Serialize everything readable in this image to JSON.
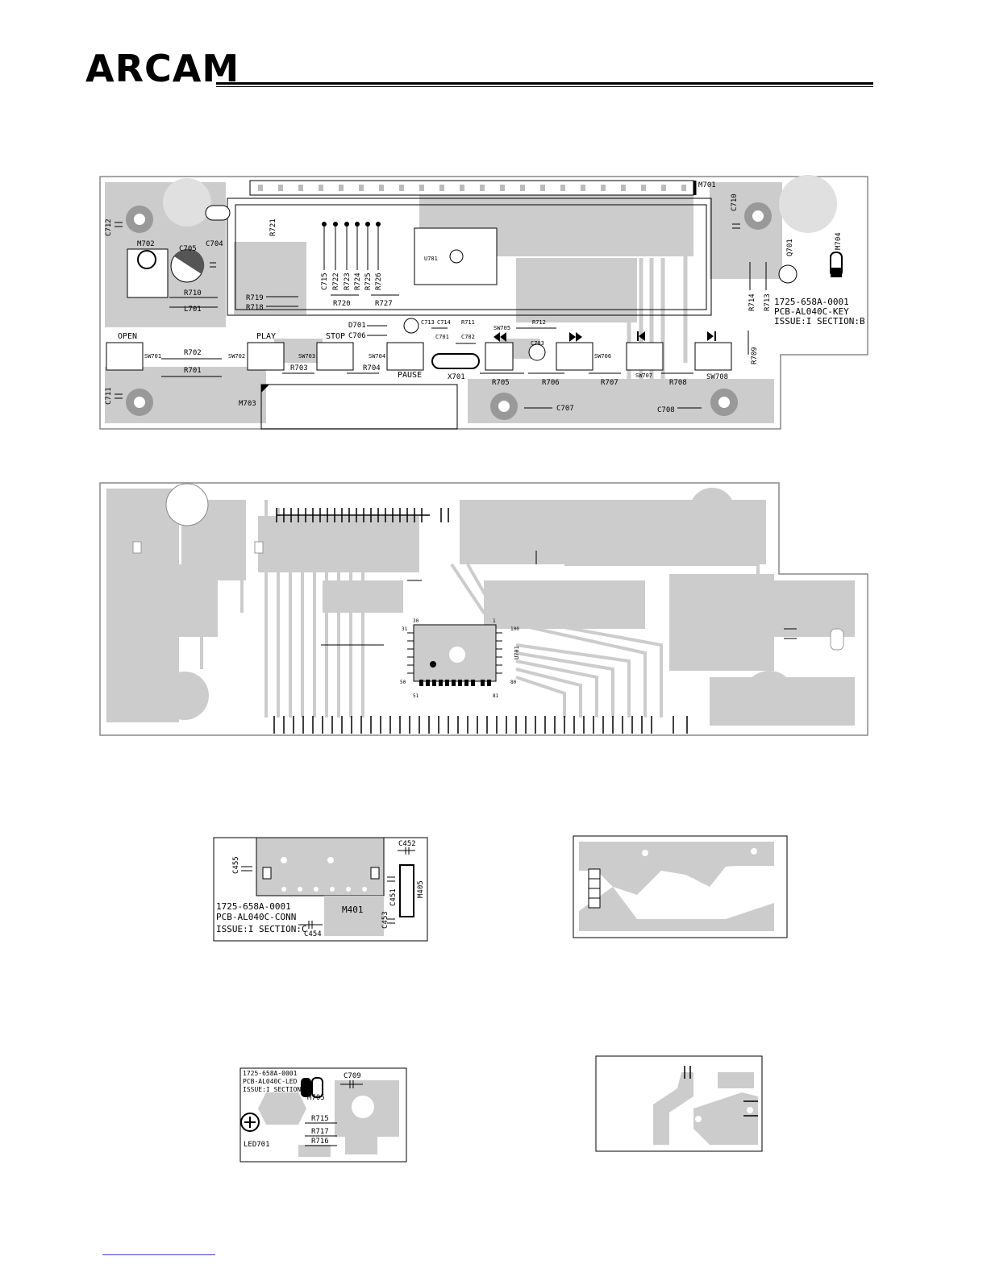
{
  "header": {
    "brand": "ARCAM"
  },
  "key_board": {
    "id_line1": "1725-658A-0001",
    "id_line2": "PCB-AL040C-KEY",
    "id_line3": "ISSUE:I SECTION:B",
    "button_labels": {
      "open": "OPEN",
      "play": "PLAY",
      "stop": "STOP",
      "pause": "PAUSE"
    },
    "refs": {
      "m701": "M701",
      "c712": "C712",
      "c710": "C710",
      "m702": "M702",
      "c705": "C705",
      "c704": "C704",
      "r721": "R721",
      "c715": "C715",
      "r722": "R722",
      "r723": "R723",
      "r724": "R724",
      "r725": "R725",
      "r726": "R726",
      "u701": "U701",
      "q701": "Q701",
      "m704": "M704",
      "r710": "R710",
      "l701": "L701",
      "r719": "R719",
      "r718": "R718",
      "r720": "R720",
      "r727": "R727",
      "r714": "R714",
      "r713": "R713",
      "d701": "D701",
      "c706": "C706",
      "c713": "C713",
      "c714": "C714",
      "c701": "C701",
      "c702": "C702",
      "r711": "R711",
      "sw705": "SW705",
      "r712": "R712",
      "c703": "C703",
      "sw701": "SW701",
      "sw702": "SW702",
      "sw703": "SW703",
      "sw704": "SW704",
      "sw706": "SW706",
      "sw707": "SW707",
      "sw708": "SW708",
      "r702": "R702",
      "r701": "R701",
      "r703": "R703",
      "r704": "R704",
      "x701": "X701",
      "r705": "R705",
      "r706": "R706",
      "r707": "R707",
      "r708": "R708",
      "r709": "R709",
      "c711": "C711",
      "m703": "M703",
      "c707": "C707",
      "c708": "C708"
    }
  },
  "copper_board": {
    "pin_numbers": {
      "p30": "30",
      "p1": "1",
      "p31": "31",
      "p100": "100",
      "p50": "50",
      "p80": "80",
      "p51": "51",
      "p81": "81"
    },
    "chip_ref": "U701"
  },
  "conn_board": {
    "id_line1": "1725-658A-0001",
    "id_line2": "PCB-AL040C-CONN",
    "id_line3": "ISSUE:I SECTION:C",
    "refs": {
      "c455": "C455",
      "c452": "C452",
      "m405": "M405",
      "c451": "C451",
      "m401": "M401",
      "c453": "C453",
      "c454": "C454"
    }
  },
  "led_board": {
    "id_line1": "1725-658A-0001",
    "id_line2": "PCB-AL040C-LED",
    "id_line3": "ISSUE:I SECTION:D",
    "refs": {
      "c709": "C709",
      "m705": "M705",
      "r715": "R715",
      "r717": "R717",
      "r716": "R716",
      "led701": "LED701"
    }
  },
  "colors": {
    "copper": "#c8c8c8",
    "silk": "#000000",
    "board_bg": "#ffffff",
    "link": "#3344cc"
  }
}
